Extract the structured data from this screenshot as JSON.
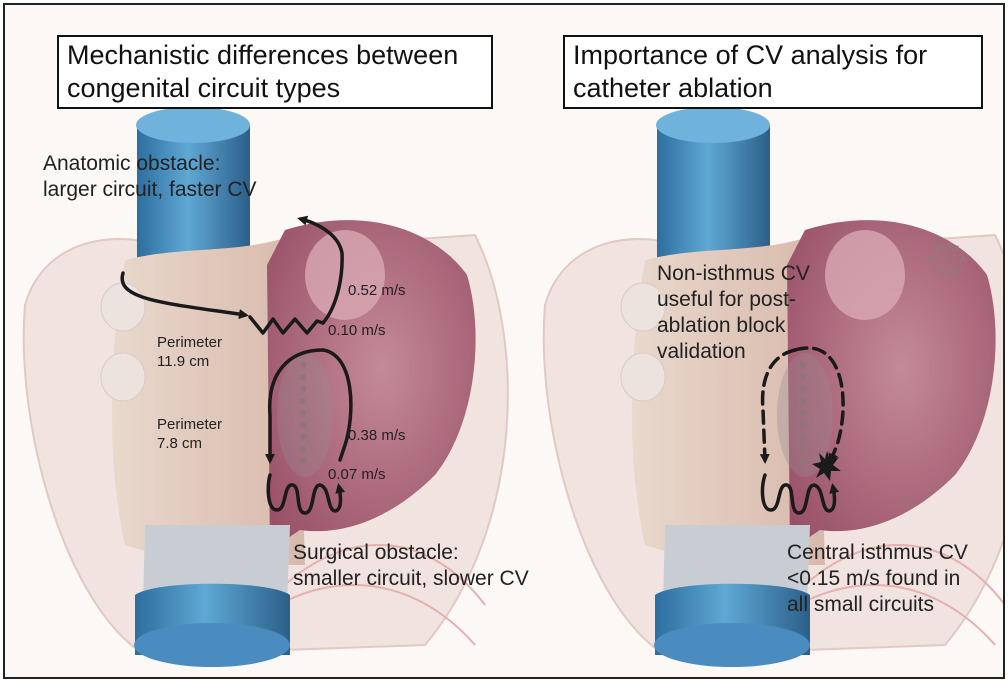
{
  "colors": {
    "vein_blue": "#3a7fb0",
    "atrium_pink": "#a85e73",
    "tissue_beige": "#e6d2c6",
    "arrow": "#1a1a1a"
  },
  "left_panel": {
    "title_line1": "Mechanistic differences between",
    "title_line2": "congenital circuit types",
    "anatomic_line1": "Anatomic obstacle:",
    "anatomic_line2": "larger circuit, faster CV",
    "perimeter1_line1": "Perimeter",
    "perimeter1_line2": "11.9 cm",
    "perimeter2_line1": "Perimeter",
    "perimeter2_line2": "7.8 cm",
    "cv_052": "0.52 m/s",
    "cv_010": "0.10 m/s",
    "cv_038": "0.38 m/s",
    "cv_007": "0.07 m/s",
    "surgical_line1": "Surgical obstacle:",
    "surgical_line2": "smaller circuit, slower CV"
  },
  "right_panel": {
    "title_line1": "Importance of CV analysis for",
    "title_line2": "catheter ablation",
    "noniso_line1": "Non-isthmus CV",
    "noniso_line2": "useful for post-",
    "noniso_line3": "ablation block",
    "noniso_line4": "validation",
    "central_line1": "Central isthmus CV",
    "central_line2": "<0.15 m/s found in",
    "central_line3": "all small circuits"
  },
  "signature": {
    "line1": "Blais",
    "line2": "©UCLA",
    "line3": "2020"
  }
}
